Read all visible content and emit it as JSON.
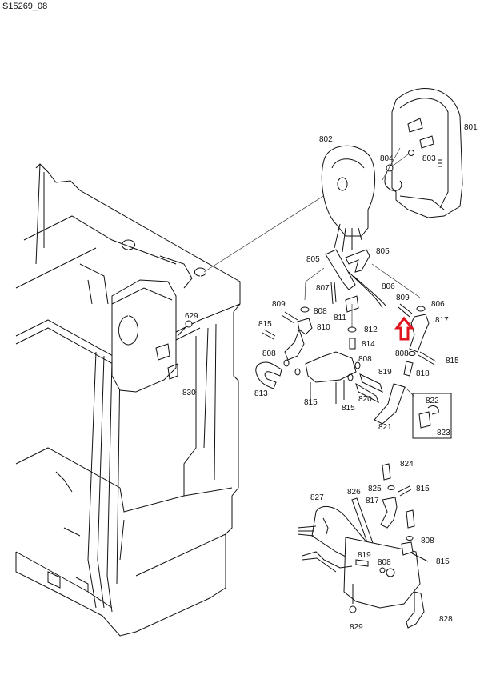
{
  "title": "S15269_08",
  "highlight": {
    "shape": "up-arrow",
    "color": "#e0141e",
    "points_to": "817"
  },
  "parts": [
    {
      "id": "801",
      "label": "801"
    },
    {
      "id": "802",
      "label": "802"
    },
    {
      "id": "803",
      "label": "803"
    },
    {
      "id": "804",
      "label": "804"
    },
    {
      "id": "805a",
      "label": "805"
    },
    {
      "id": "805b",
      "label": "805"
    },
    {
      "id": "806a",
      "label": "806"
    },
    {
      "id": "806b",
      "label": "806"
    },
    {
      "id": "807",
      "label": "807"
    },
    {
      "id": "808a",
      "label": "808"
    },
    {
      "id": "808b",
      "label": "808"
    },
    {
      "id": "808c",
      "label": "808"
    },
    {
      "id": "808d",
      "label": "808"
    },
    {
      "id": "808e",
      "label": "808"
    },
    {
      "id": "808f",
      "label": "808"
    },
    {
      "id": "809a",
      "label": "809"
    },
    {
      "id": "809b",
      "label": "809"
    },
    {
      "id": "810",
      "label": "810"
    },
    {
      "id": "811",
      "label": "811"
    },
    {
      "id": "812",
      "label": "812"
    },
    {
      "id": "813",
      "label": "813"
    },
    {
      "id": "814",
      "label": "814"
    },
    {
      "id": "815a",
      "label": "815"
    },
    {
      "id": "815b",
      "label": "815"
    },
    {
      "id": "815c",
      "label": "815"
    },
    {
      "id": "815d",
      "label": "815"
    },
    {
      "id": "815e",
      "label": "815"
    },
    {
      "id": "815f",
      "label": "815"
    },
    {
      "id": "817a",
      "label": "817"
    },
    {
      "id": "817b",
      "label": "817"
    },
    {
      "id": "818",
      "label": "818"
    },
    {
      "id": "819a",
      "label": "819"
    },
    {
      "id": "819b",
      "label": "819"
    },
    {
      "id": "820",
      "label": "820"
    },
    {
      "id": "821",
      "label": "821"
    },
    {
      "id": "822",
      "label": "822"
    },
    {
      "id": "823",
      "label": "823"
    },
    {
      "id": "824",
      "label": "824"
    },
    {
      "id": "825",
      "label": "825"
    },
    {
      "id": "826",
      "label": "826"
    },
    {
      "id": "827",
      "label": "827"
    },
    {
      "id": "828",
      "label": "828"
    },
    {
      "id": "829",
      "label": "829"
    },
    {
      "id": "629",
      "label": "629"
    },
    {
      "id": "830",
      "label": "830"
    }
  ]
}
